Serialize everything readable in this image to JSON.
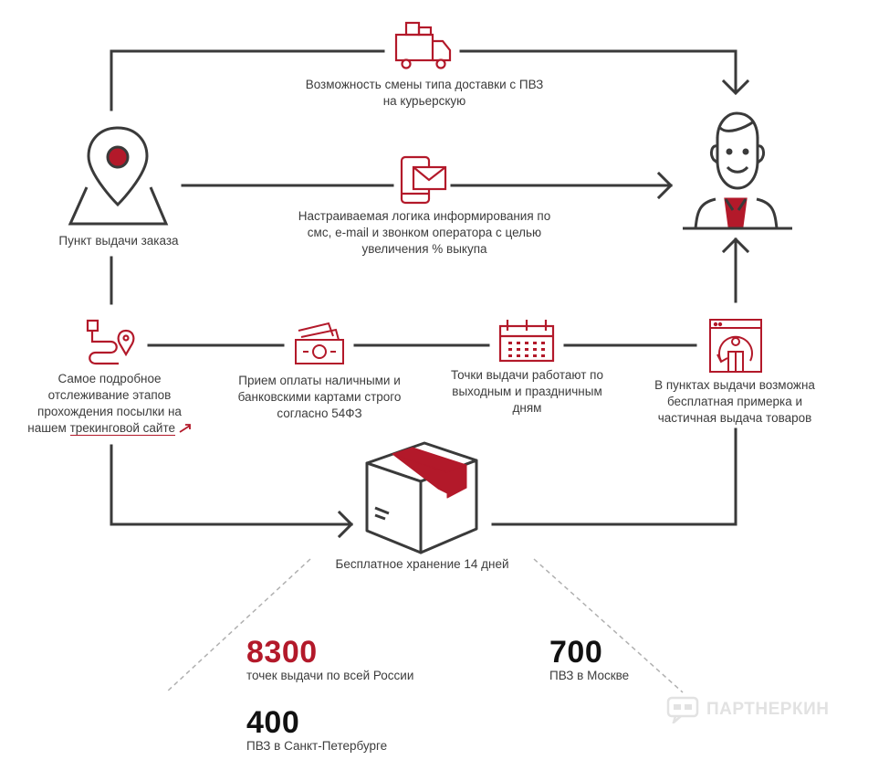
{
  "colors": {
    "accent": "#b3192a",
    "line": "#3a3a3a",
    "text": "#3c3c3c"
  },
  "top_path": {
    "lines": [
      "Возможность смены типа доставки с ПВЗ",
      "на курьерскую"
    ],
    "icon": "truck-icon"
  },
  "notify_path": {
    "lines": [
      "Настраиваемая логика информирования по",
      "смс, e-mail и звонком оператора с целью",
      "увеличения % выкупа"
    ],
    "icon": "phone-mail-icon"
  },
  "pickup_point": {
    "label": "Пункт выдачи заказа",
    "icon": "map-pin-icon"
  },
  "customer": {
    "icon": "customer-avatar-icon"
  },
  "tracking": {
    "lines": [
      "Самое подробное",
      "отслеживание этапов",
      "прохождения посылки на",
      "нашем"
    ],
    "link_text": "трекинговой сайте",
    "icon": "route-icon"
  },
  "payment": {
    "lines": [
      "Прием оплаты наличными и",
      "банковскими картами строго",
      "согласно 54ФЗ"
    ],
    "icon": "banknote-icon"
  },
  "weekends": {
    "lines": [
      "Точки выдачи работают по",
      "выходным и праздничным",
      "дням"
    ],
    "icon": "calendar-icon"
  },
  "fitting": {
    "lines": [
      "В пунктах выдачи возможна",
      "бесплатная примерка и",
      "частичная выдача товаров"
    ],
    "icon": "fitting-icon"
  },
  "storage": {
    "label": "Бесплатное хранение 14 дней",
    "icon": "box-icon"
  },
  "stats": [
    {
      "value": "8300",
      "label": "точек выдачи по всей России",
      "color": "#b3192a"
    },
    {
      "value": "700",
      "label": "ПВЗ в Москве",
      "color": "#111111"
    },
    {
      "value": "400",
      "label": "ПВЗ в Санкт-Петербурге",
      "color": "#111111"
    }
  ],
  "watermark": {
    "text": "ПАРТНЕРКИН"
  }
}
